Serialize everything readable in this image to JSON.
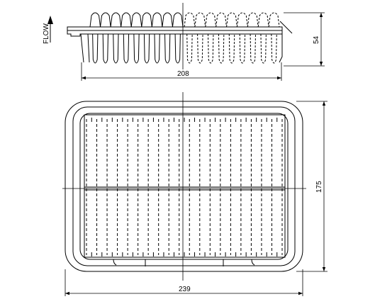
{
  "drawing": {
    "flow_label": "FLOW",
    "dimensions": {
      "height": "54",
      "top_width": "208",
      "depth": "175",
      "overall_width": "239"
    }
  }
}
